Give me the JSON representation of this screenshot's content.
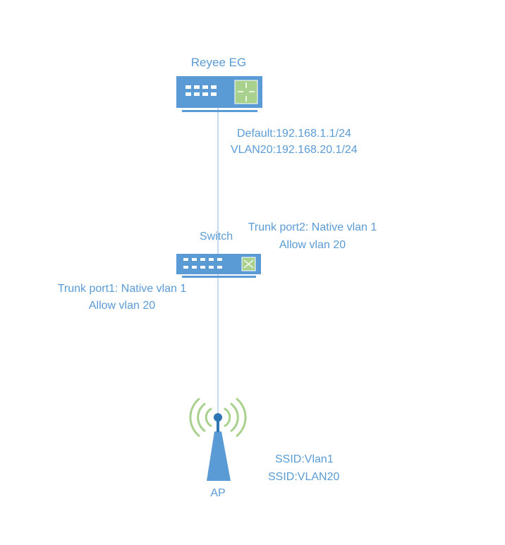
{
  "colors": {
    "device": "#5b9bd5",
    "dark": "#2e75b6",
    "accent": "#a9d18e",
    "text": "#5b9bd5",
    "link": "#9dc3e6"
  },
  "nodes": {
    "router": {
      "label": "Reyee EG",
      "ips": [
        "Default:192.168.1.1/24",
        "VLAN20:192.168.20.1/24"
      ]
    },
    "switch": {
      "label": "Switch",
      "port2": [
        "Trunk port2: Native vlan 1",
        "Allow vlan 20"
      ],
      "port1": [
        "Trunk port1: Native vlan 1",
        "Allow vlan 20"
      ]
    },
    "ap": {
      "label": "AP",
      "ssids": [
        "SSID:Vlan1",
        "SSID:VLAN20"
      ]
    }
  }
}
